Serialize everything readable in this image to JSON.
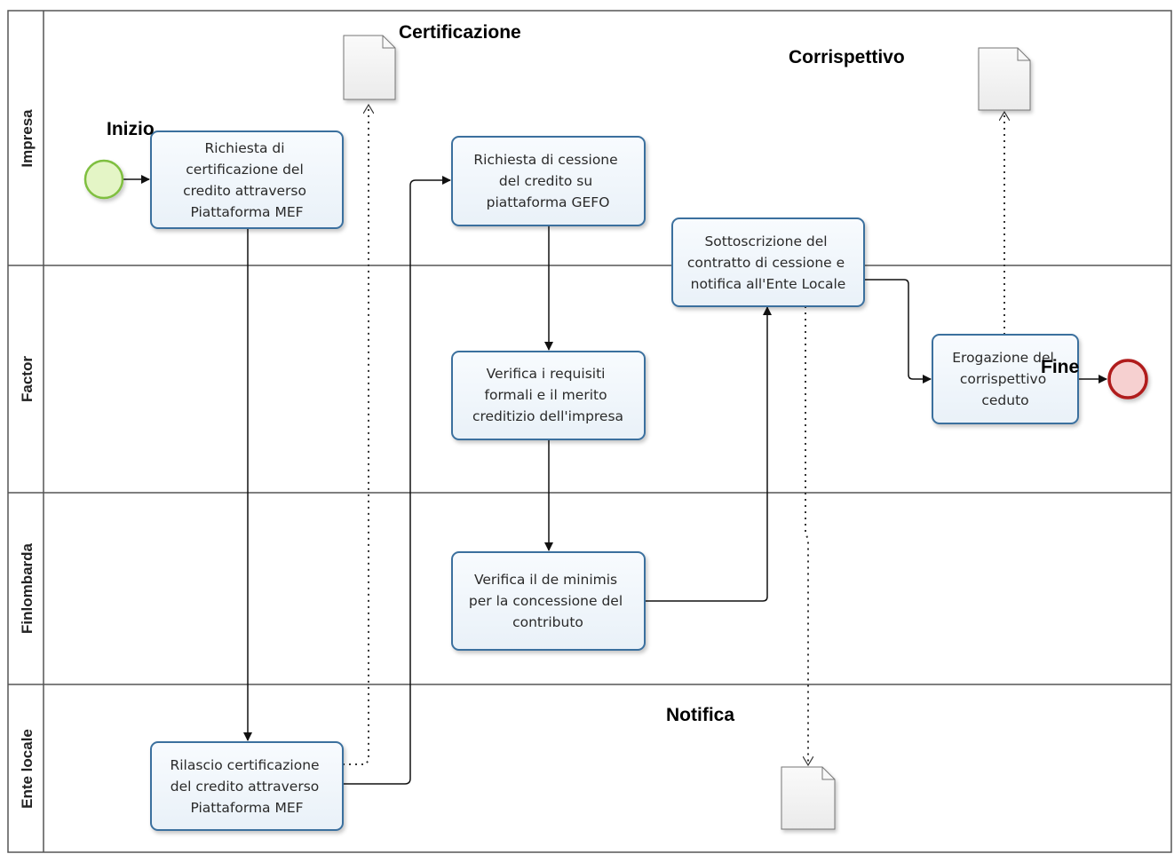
{
  "lanes": [
    {
      "label": "Impresa"
    },
    {
      "label": "Factor"
    },
    {
      "label": "Finlombarda"
    },
    {
      "label": "Ente locale"
    }
  ],
  "tasks": {
    "richiesta_certificazione": [
      "Richiesta di",
      "certificazione del",
      "credito attraverso",
      "Piattaforma MEF"
    ],
    "richiesta_cessione": [
      "Richiesta di cessione",
      "del credito su",
      "piattaforma GEFO"
    ],
    "sottoscrizione": [
      "Sottoscrizione del",
      "contratto di cessione e",
      "notifica all'Ente Locale"
    ],
    "verifica_requisiti": [
      "Verifica i requisiti",
      "formali e il merito",
      "creditizio dell'impresa"
    ],
    "erogazione": [
      "Erogazione del",
      "corrispettivo",
      "ceduto"
    ],
    "verifica_minimis": [
      "Verifica il de minimis",
      "per la concessione del",
      "contributo"
    ],
    "rilascio": [
      "Rilascio certificazione",
      "del credito attraverso",
      "Piattaforma MEF"
    ]
  },
  "labels": {
    "certificazione": "Certificazione",
    "corrispettivo": "Corrispettivo",
    "inizio": "Inizio",
    "fine": "Fine",
    "notifica": "Notifica"
  },
  "colors": {
    "task_border": "#3a6f9e",
    "start_fill": "#e4f5c6",
    "start_stroke": "#7fbf3f",
    "end_fill": "#f6d0d0",
    "end_stroke": "#b01c1c"
  }
}
